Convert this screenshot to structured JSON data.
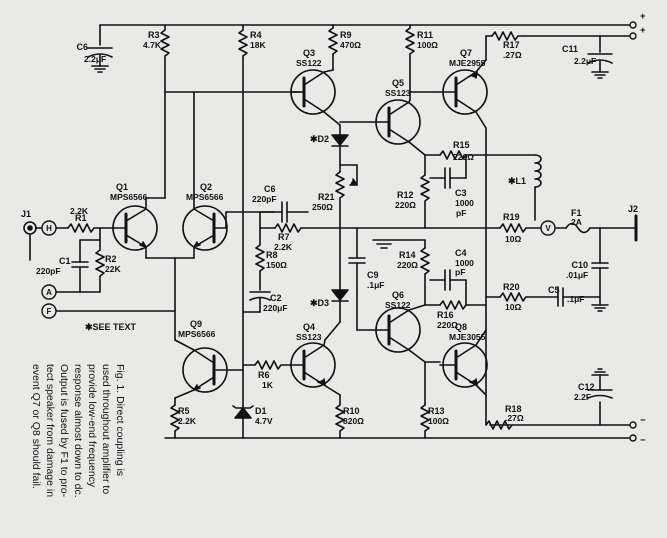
{
  "components": {
    "Q1": {
      "ref": "Q1",
      "part": "MPS6566"
    },
    "Q2": {
      "ref": "Q2",
      "part": "MPS6566"
    },
    "Q3": {
      "ref": "Q3",
      "part": "SS122"
    },
    "Q4": {
      "ref": "Q4",
      "part": "SS123"
    },
    "Q5": {
      "ref": "Q5",
      "part": "SS123"
    },
    "Q6": {
      "ref": "Q6",
      "part": "SS122"
    },
    "Q7": {
      "ref": "Q7",
      "part": "MJE2955"
    },
    "Q8": {
      "ref": "Q8",
      "part": "MJE3055"
    },
    "Q9": {
      "ref": "Q9",
      "part": "MPS6566"
    },
    "R1": {
      "ref": "R1",
      "val": "2.2K"
    },
    "R2": {
      "ref": "R2",
      "val": "22K"
    },
    "R3": {
      "ref": "R3",
      "val": "4.7K"
    },
    "R4": {
      "ref": "R4",
      "val": "18K"
    },
    "R5": {
      "ref": "R5",
      "val": "2.2K"
    },
    "R6": {
      "ref": "R6",
      "val": "1K"
    },
    "R7": {
      "ref": "R7",
      "val": "2.2K"
    },
    "R8": {
      "ref": "R8",
      "val": "150Ω"
    },
    "R9": {
      "ref": "R9",
      "val": "470Ω"
    },
    "R10": {
      "ref": "R10",
      "val": "820Ω"
    },
    "R11": {
      "ref": "R11",
      "val": "100Ω"
    },
    "R12": {
      "ref": "R12",
      "val": "220Ω"
    },
    "R13": {
      "ref": "R13",
      "val": "100Ω"
    },
    "R14": {
      "ref": "R14",
      "val": "220Ω"
    },
    "R15": {
      "ref": "R15",
      "val": "220Ω"
    },
    "R16": {
      "ref": "R16",
      "val": "220Ω"
    },
    "R17": {
      "ref": "R17",
      "val": ".27Ω"
    },
    "R18": {
      "ref": "R18",
      "val": ".27Ω"
    },
    "R19": {
      "ref": "R19",
      "val": "10Ω"
    },
    "R20": {
      "ref": "R20",
      "val": "10Ω"
    },
    "R21": {
      "ref": "R21",
      "val": "250Ω"
    },
    "C1": {
      "ref": "C1",
      "val": "220pF"
    },
    "C2": {
      "ref": "C2",
      "val": "220μF"
    },
    "C3": {
      "ref": "C3",
      "val": "1000",
      "val2": "pF"
    },
    "C4": {
      "ref": "C4",
      "val": "1000",
      "val2": "pF"
    },
    "C5": {
      "ref": "C5",
      "val": ".1μF"
    },
    "C6L": {
      "ref": "C6",
      "val": "2.2μF"
    },
    "C6": {
      "ref": "C6",
      "val": "220pF"
    },
    "C9": {
      "ref": "C9",
      "val": ".1μF"
    },
    "C10": {
      "ref": "C10",
      "val": ".01μF"
    },
    "C11": {
      "ref": "C11",
      "val": "2.2μF"
    },
    "C12": {
      "ref": "C12",
      "val": "2.2F"
    },
    "D1": {
      "ref": "D1",
      "val": "4.7V"
    },
    "D2": {
      "ref": "✱D2"
    },
    "D3": {
      "ref": "✱D3"
    },
    "L1": {
      "ref": "✱L1"
    },
    "F1": {
      "ref": "F1",
      "val": "2A"
    },
    "J1": {
      "ref": "J1"
    },
    "J2": {
      "ref": "J2"
    }
  },
  "terminals": {
    "H": "H",
    "A": "A",
    "F": "F",
    "V": "V",
    "plus": "+",
    "minus": "−"
  },
  "note": "✱SEE TEXT",
  "caption": [
    "Fig.  1.  Direct  coupling  is",
    "used throughout amplifier to",
    "provide  low-end  frequency",
    "response almost down to dc.",
    "Output is fused by F1 to pro-",
    "tect speaker from damage in",
    "event Q7  or  Q8 should fail."
  ],
  "colors": {
    "ink": "#111111",
    "paper": "#e9e9e7"
  }
}
